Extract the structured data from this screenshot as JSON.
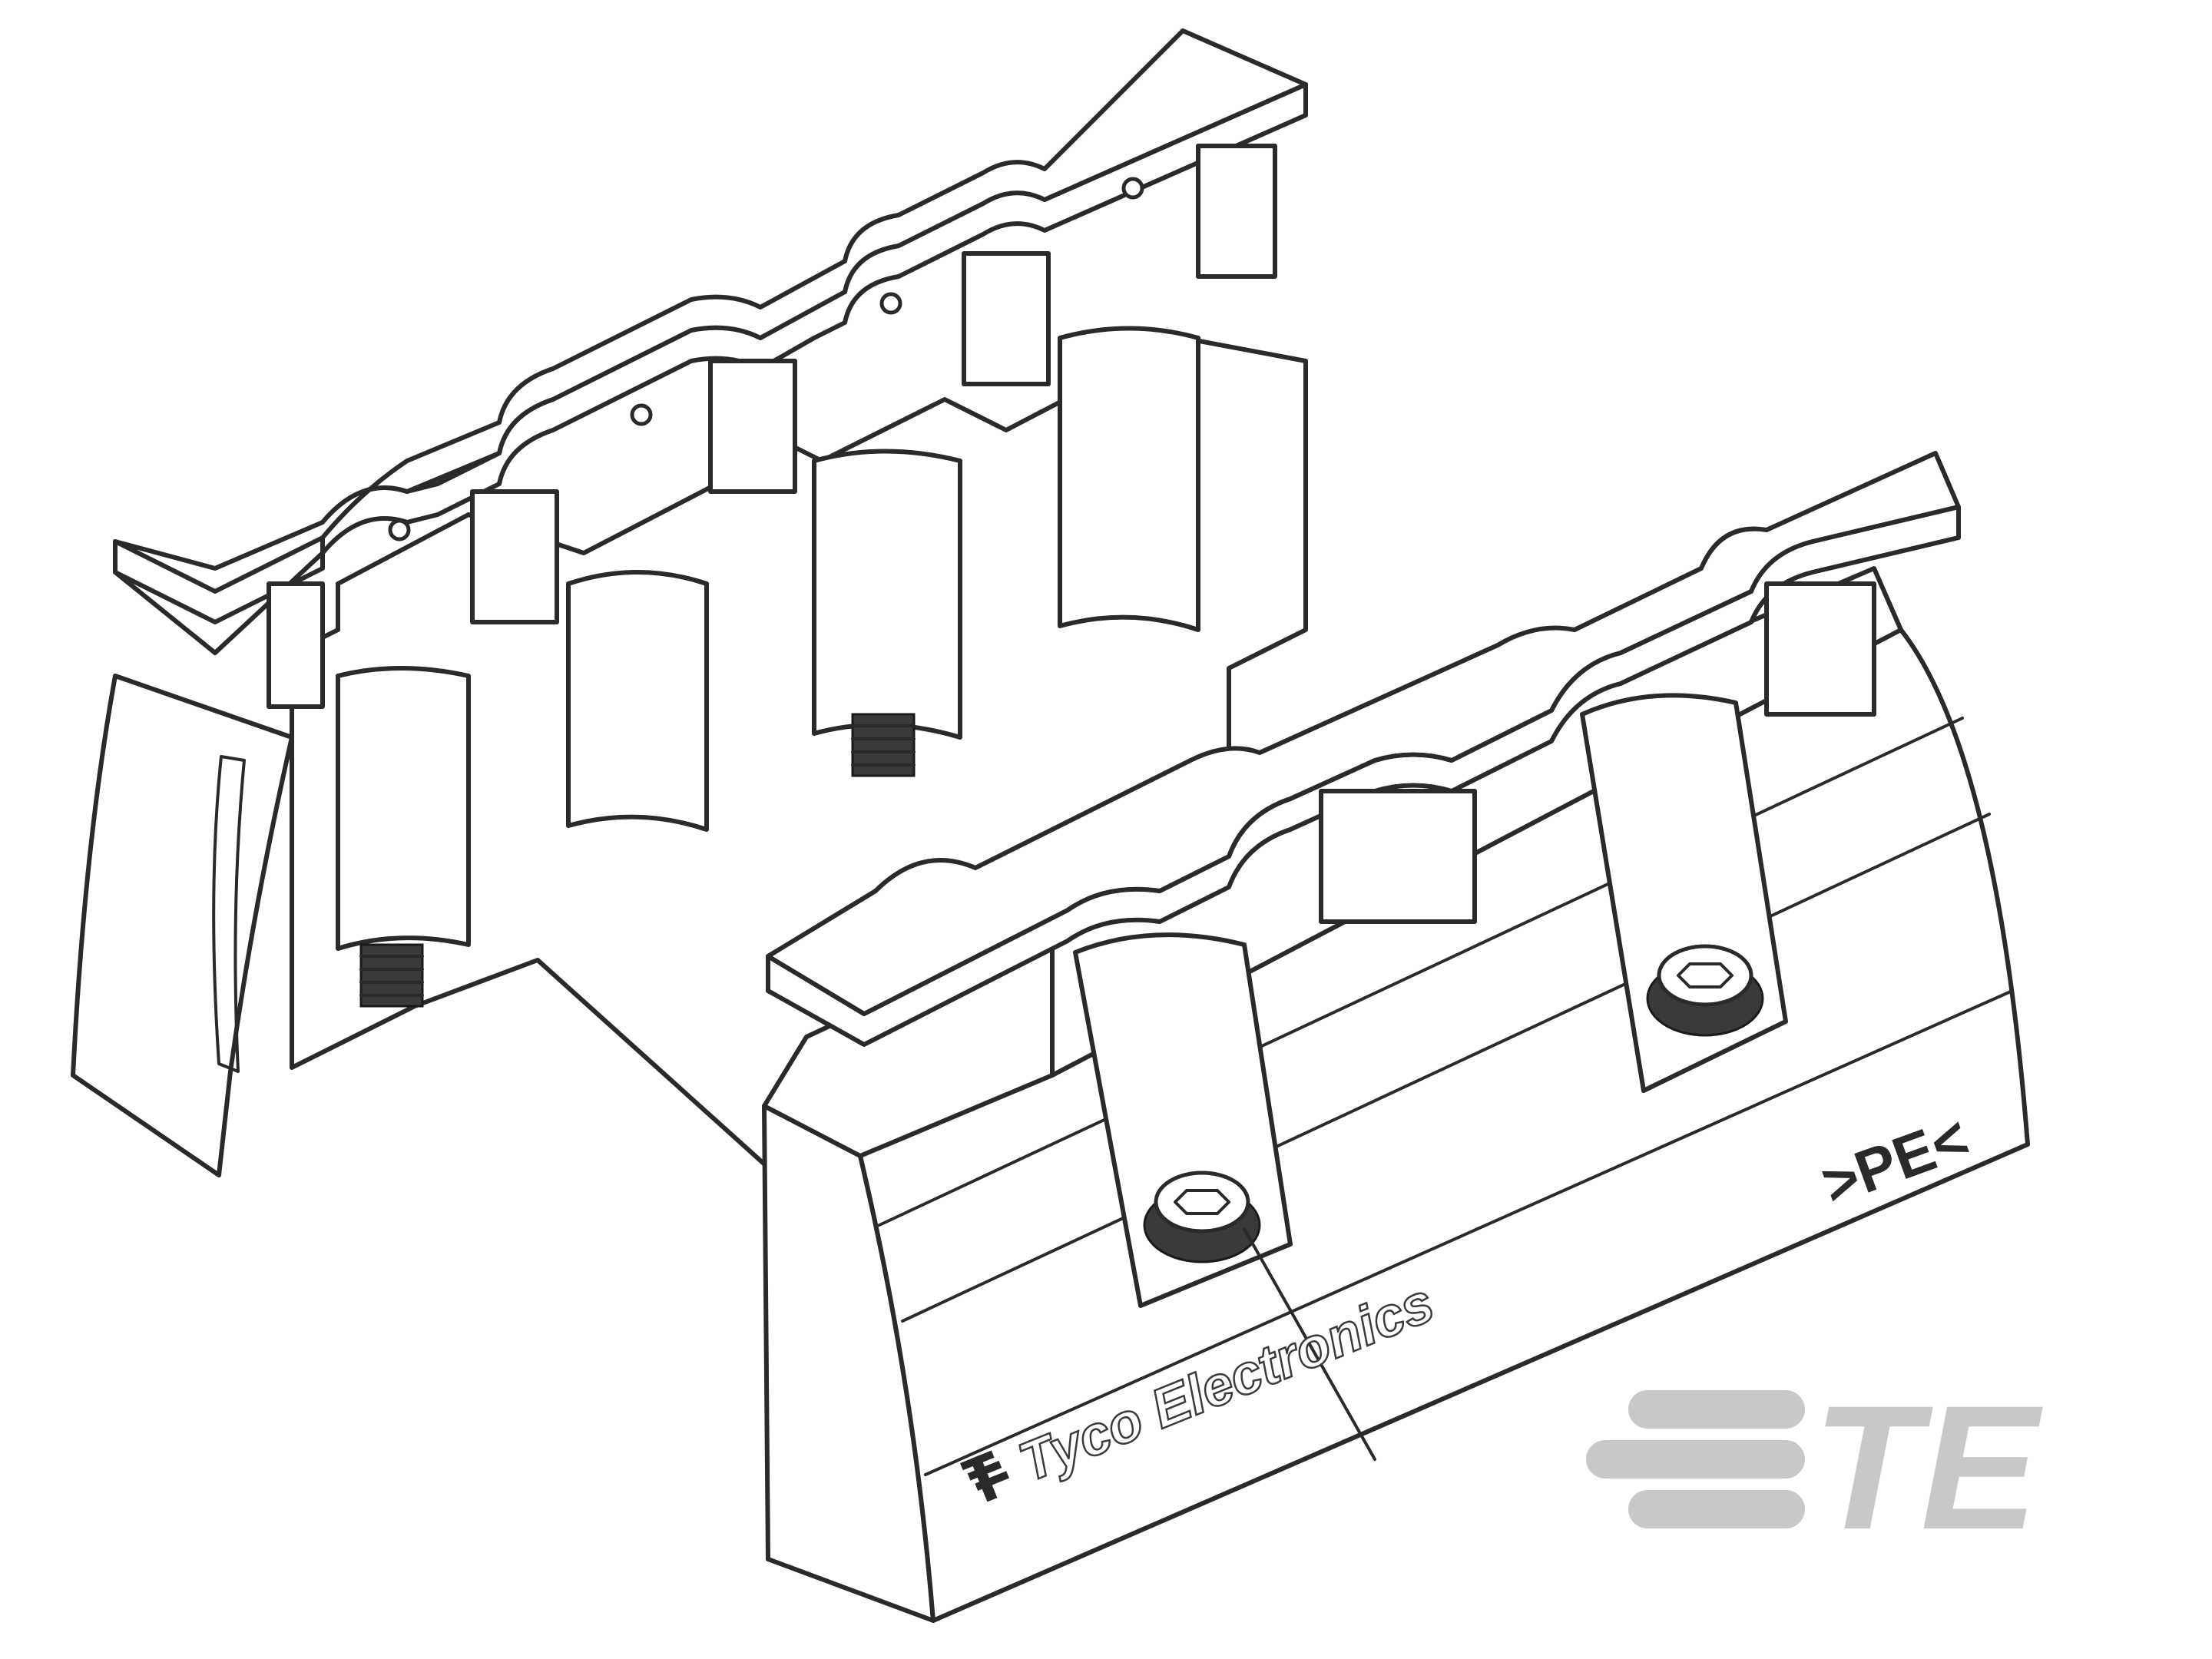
{
  "part_markings": {
    "brand_text": "Tyco Electronics",
    "material_mark": ">PE<"
  },
  "watermark": {
    "logo_text": "TE"
  },
  "colors": {
    "line": "#2a2a2a",
    "paper": "#ffffff",
    "watermark": "#c8c8c8"
  }
}
